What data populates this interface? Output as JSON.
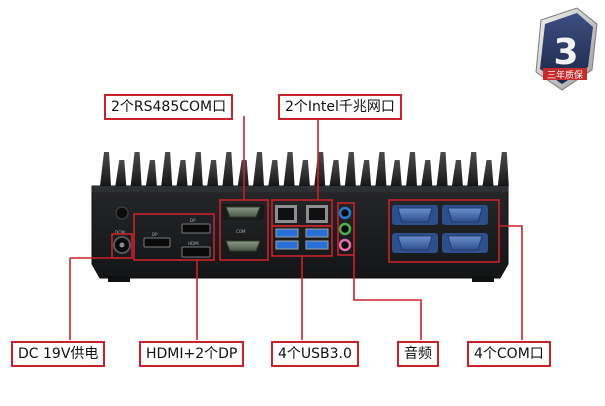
{
  "labels": {
    "rs485": "2个RS485COM口",
    "intel_lan": "2个Intel千兆网口",
    "dc": "DC 19V供电",
    "hdmi_dp": "HDMI+2个DP",
    "usb": "4个USB3.0",
    "audio": "音频",
    "com4": "4个COM口"
  },
  "badge": {
    "number": "3",
    "caption": "三年质保"
  },
  "colors": {
    "callout_border": "#c8232c",
    "chassis": "#1b1c1e",
    "usb_blue": "#2a6fd6",
    "com_blue": "#4a73b8",
    "badge_navy": "#2b3a63",
    "badge_red": "#c72b2b"
  }
}
